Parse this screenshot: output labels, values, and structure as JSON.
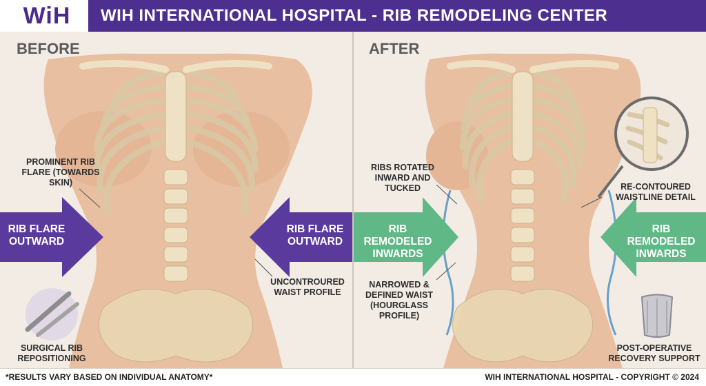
{
  "header": {
    "logo_text": "WiH",
    "title": "WIH INTERNATIONAL HOSPITAL - RIB REMODELING CENTER"
  },
  "before": {
    "label": "BEFORE",
    "annotation_flare": "PROMINENT RIB FLARE (TOWARDS SKIN)",
    "arrow_left": "RIB FLARE OUTWARD",
    "arrow_right": "RIB FLARE OUTWARD",
    "annotation_waist": "UNCONTROURED WAIST PROFILE",
    "tool_caption": "SURGICAL RIB REPOSITIONING"
  },
  "after": {
    "label": "AFTER",
    "annotation_rotated": "RIBS ROTATED INWARD AND TUCKED",
    "annotation_detail": "RE-CONTOURED WAISTLINE DETAIL",
    "arrow_left": "RIB REMODELED INWARDS",
    "arrow_right": "RIB REMODELED INWARDS",
    "annotation_waist": "NARROWED & DEFINED WAIST (HOURGLASS PROFILE)",
    "support_caption": "POST-OPERATIVE RECOVERY SUPPORT"
  },
  "footer": {
    "disclaimer": "*RESULTS VARY BASED ON INDIVIDUAL ANATOMY*",
    "copyright": "WIH INTERNATIONAL HOSPITAL - COPYRIGHT © 2024"
  },
  "colors": {
    "brand_purple": "#4d2f8f",
    "arrow_purple": "#5b3a9e",
    "arrow_green": "#5fb886",
    "skin": "#e8bfa0",
    "bone": "#efe1c3"
  },
  "icons": [
    "scalpel-icon",
    "compression-garment-icon",
    "magnifier-detail-icon"
  ]
}
